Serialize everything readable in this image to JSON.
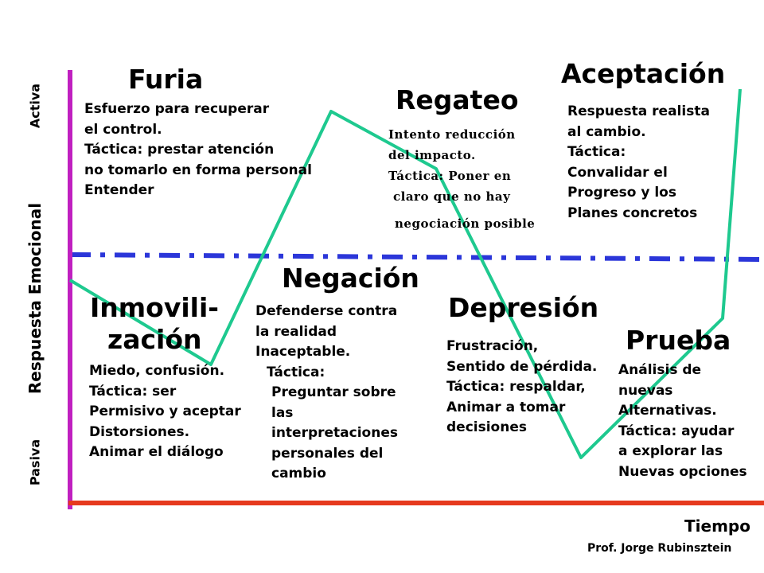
{
  "axis": {
    "y_label": "Respuesta Emocional",
    "y_top": "Activa",
    "y_bottom": "Pasiva",
    "x_label": "Tiempo"
  },
  "author": "Prof. Jorge Rubinsztein",
  "colors": {
    "y_axis": "#c020c0",
    "x_axis": "#e63a1e",
    "curve": "#1ec98f",
    "divider": "#2b36d9"
  },
  "stages": {
    "furia": {
      "title": "Furia",
      "lines": [
        "Esfuerzo para recuperar",
        "el control.",
        "Táctica: prestar atención",
        "no tomarlo en forma personal",
        "Entender"
      ]
    },
    "regateo": {
      "title": "Regateo",
      "lines": [
        "Intento reducción",
        "del impacto.",
        "Táctica: Poner en",
        "claro que no hay",
        "negociación posible"
      ]
    },
    "aceptacion": {
      "title": "Aceptación",
      "lines": [
        "Respuesta realista",
        "al cambio.",
        "Táctica:",
        "Convalidar el",
        "Progreso y los",
        "Planes concretos"
      ]
    },
    "negacion": {
      "title": "Negación",
      "lines": [
        "Defenderse contra",
        "la realidad",
        "Inaceptable.",
        "Táctica:",
        "Preguntar sobre",
        "las",
        "interpretaciones",
        "personales del",
        "cambio"
      ]
    },
    "inmovilizacion": {
      "title_line1": "Inmovili-",
      "title_line2": "zación",
      "lines": [
        "Miedo, confusión.",
        "Táctica: ser",
        "Permisivo y aceptar",
        "Distorsiones.",
        "Animar el diálogo"
      ]
    },
    "depresion": {
      "title": "Depresión",
      "lines": [
        "Frustración,",
        "Sentido de pérdida.",
        "Táctica: respaldar,",
        "Animar a tomar",
        "decisiones"
      ]
    },
    "prueba": {
      "title": "Prueba",
      "lines": [
        "Análisis de",
        "nuevas",
        "Alternativas.",
        "Táctica: ayudar",
        "a explorar las",
        "Nuevas opciones"
      ]
    }
  }
}
